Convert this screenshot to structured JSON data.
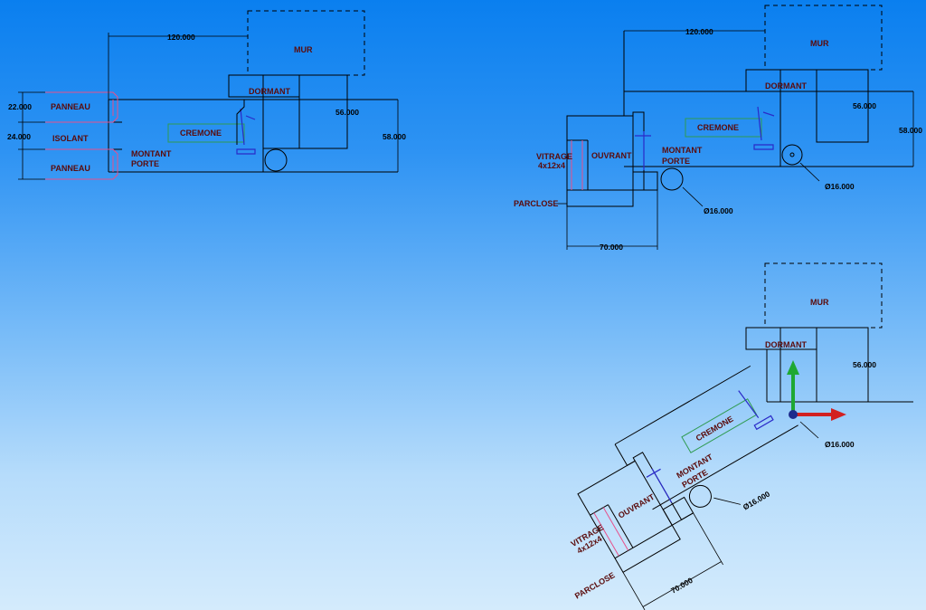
{
  "labels": {
    "mur": "MUR",
    "dormant": "DORMANT",
    "cremone": "CREMONE",
    "panneau": "PANNEAU",
    "isolant": "ISOLANT",
    "montant": "MONTANT",
    "porte": "PORTE",
    "vitrage": "VITRAGE",
    "vitrage_dim": "4x12x4",
    "ouvrant": "OUVRANT",
    "parclose": "PARCLOSE"
  },
  "dimensions": {
    "d120": "120.000",
    "d56": "56.000",
    "d58": "58.000",
    "d22": "22.000",
    "d24": "24.000",
    "d70": "70.000",
    "dia16": "Ø16.000"
  },
  "colors": {
    "line": "#000000",
    "label": "#5a0b0b",
    "panel_outline": "#e7508b",
    "cremone_outline": "#2f9b51",
    "hardware": "#2a2ac8",
    "gizmo_y": "#1ea832",
    "gizmo_x": "#d22020",
    "gizmo_center": "#1d2a8c"
  }
}
